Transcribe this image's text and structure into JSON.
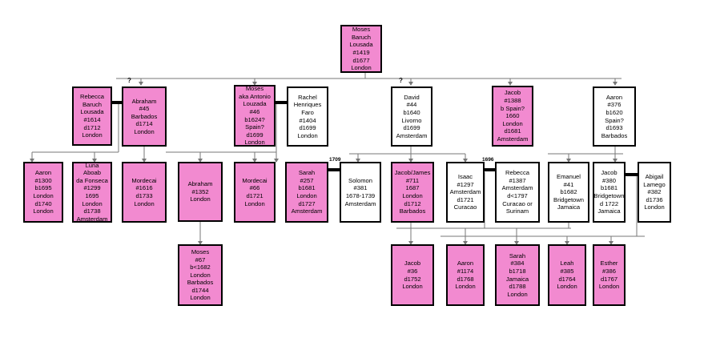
{
  "people": {
    "moses_baruch": {
      "lines": [
        "Moses",
        "Baruch",
        "Lousada",
        "#1419",
        "d1677",
        "London"
      ],
      "highlight": true
    },
    "rebecca": {
      "lines": [
        "Rebecca",
        "Baruch",
        "Lousada",
        "#1614",
        "d1712",
        "London"
      ],
      "highlight": true
    },
    "abraham45": {
      "lines": [
        "Abraham",
        "#45",
        "Barbados",
        "d1714",
        "London"
      ],
      "highlight": true
    },
    "moses46": {
      "lines": [
        "Moses",
        "aka Antonio",
        "Louzada",
        "#46",
        "b1624?",
        "Spain?",
        "d1699",
        "London"
      ],
      "highlight": true
    },
    "rachel": {
      "lines": [
        "Rachel",
        "Henriques",
        "Faro",
        "#1404",
        "d1699",
        "London"
      ],
      "highlight": false
    },
    "david44": {
      "lines": [
        "David",
        "#44",
        "b1640",
        "Livorno",
        "d1699",
        "Amsterdam"
      ],
      "highlight": false
    },
    "jacob1388": {
      "lines": [
        "Jacob",
        "#1388",
        "b Spain?",
        "1660",
        "London",
        "d1681",
        "Amsterdam"
      ],
      "highlight": true
    },
    "aaron376": {
      "lines": [
        "Aaron",
        "#376",
        "b1620",
        "Spain?",
        "d1693",
        "Barbados"
      ],
      "highlight": false
    },
    "aaron1300": {
      "lines": [
        "Aaron",
        "#1300",
        "b1695",
        "London",
        "d1740",
        "London"
      ],
      "highlight": true
    },
    "luna": {
      "lines": [
        "Luna",
        "Aboab",
        "da Fonseca",
        "#1299",
        "1695",
        "London",
        "d1738",
        "Amsterdam"
      ],
      "highlight": true
    },
    "mordecai1616": {
      "lines": [
        "Mordecai",
        "#1616",
        "d1733",
        "London"
      ],
      "highlight": true
    },
    "abraham1352": {
      "lines": [
        "Abraham",
        "#1352",
        "London"
      ],
      "highlight": true
    },
    "mordecai66": {
      "lines": [
        "Mordecai",
        "#66",
        "d1721",
        "London"
      ],
      "highlight": true
    },
    "sarah257": {
      "lines": [
        "Sarah",
        "#257",
        "b1681",
        "London",
        "d1727",
        "Amsterdam"
      ],
      "highlight": true
    },
    "solomon381": {
      "lines": [
        "Solomon",
        "#381",
        "1678-1739",
        "Amsterdam"
      ],
      "highlight": false
    },
    "jacobjames": {
      "lines": [
        "Jacob/James",
        "#711",
        "1687",
        "London",
        "d1712",
        "Barbados"
      ],
      "highlight": true
    },
    "isaac1297": {
      "lines": [
        "Isaac",
        "#1297",
        "Amsterdam",
        "d1721",
        "Curacao"
      ],
      "highlight": false
    },
    "rebecca1387": {
      "lines": [
        "Rebecca",
        "#1387",
        "Amsterdam",
        "d<1797",
        "Curacao or",
        "Surinam"
      ],
      "highlight": false
    },
    "emanuel41": {
      "lines": [
        "Emanuel",
        "#41",
        "b1682",
        "Bridgetown",
        "Jamaica"
      ],
      "highlight": false
    },
    "jacob380": {
      "lines": [
        "Jacob",
        "#380",
        "b1681",
        "Bridgetown",
        "d 1722",
        "Jamaica"
      ],
      "highlight": false
    },
    "abigail": {
      "lines": [
        "Abigail",
        "Lamego",
        "#382",
        "d1736",
        "London"
      ],
      "highlight": false
    },
    "moses67": {
      "lines": [
        "Moses",
        "#67",
        "b<1682",
        "London",
        "Barbados",
        "d1744",
        "London"
      ],
      "highlight": true
    },
    "jacob36": {
      "lines": [
        "Jacob",
        "#36",
        "d1752",
        "London"
      ],
      "highlight": true
    },
    "aaron1174": {
      "lines": [
        "Aaron",
        "#1174",
        "d1768",
        "London"
      ],
      "highlight": true
    },
    "sarah384": {
      "lines": [
        "Sarah",
        "#384",
        "b1718",
        "Jamaica",
        "d1788",
        "London"
      ],
      "highlight": true
    },
    "leah385": {
      "lines": [
        "Leah",
        "#385",
        "d1764",
        "London"
      ],
      "highlight": true
    },
    "esther386": {
      "lines": [
        "Esther",
        "#386",
        "d1767",
        "London"
      ],
      "highlight": true
    }
  },
  "marks": {
    "q_abraham": "?",
    "q_david": "?",
    "year_sarah_solomon": "1709",
    "year_isaac_rebecca": "1696"
  },
  "colors": {
    "highlight": "#f28ad0",
    "plain": "#ffffff",
    "line": "#000000",
    "connector": "#777777"
  }
}
